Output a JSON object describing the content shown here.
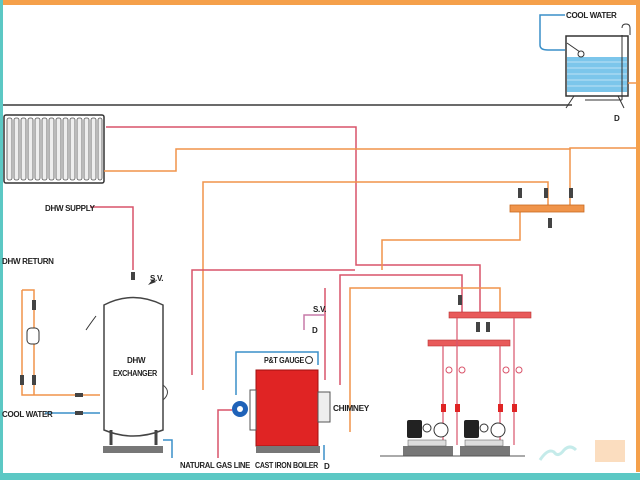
{
  "labels": {
    "cool_water_top": "COOL WATER",
    "dhw_supply": "DHW SUPPLY",
    "dhw_return": "DHW RETURN",
    "cool_water_left": "COOL WATER",
    "sv_exchanger": "S.V.",
    "sv_boiler": "S.V.",
    "exchanger_line1": "DHW",
    "exchanger_line2": "EXCHANGER",
    "pt_gauge": "P&T GAUGE",
    "chimney": "CHIMNEY",
    "natural_gas_line": "NATURAL GAS LINE",
    "cast_iron_boiler": "CAST IRON BOILER",
    "drain_1": "D",
    "drain_2": "D",
    "drain_3": "D"
  },
  "colors": {
    "frame_top": "#f5a04a",
    "frame_left": "#5cc8c4",
    "hot_pipe": "#d9546a",
    "return_pipe": "#f0944a",
    "cold_pipe": "#3a8fc8",
    "boiler": "#e02424",
    "wall": "#6b6b6b",
    "water": "#5bb8e6"
  }
}
